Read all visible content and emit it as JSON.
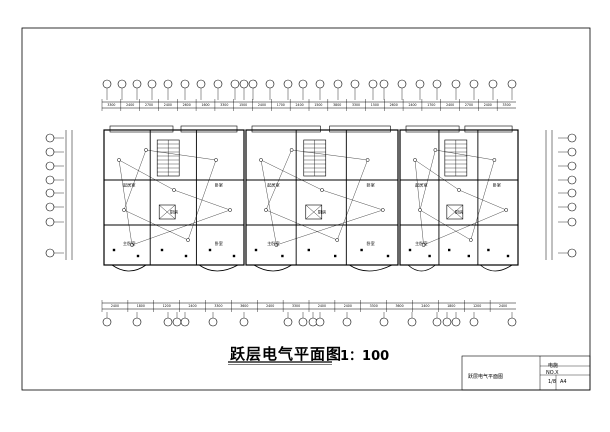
{
  "drawing": {
    "title": "跃层电气平面图",
    "scale": "1：100",
    "title_block": {
      "drawing_name": "跃层电气平面图",
      "label_1": "电施",
      "label_2": "NO.X",
      "mark_1": "1/8",
      "mark_2": "A4"
    }
  },
  "top_dimensions": [
    "3300",
    "2400",
    "2700",
    "2400",
    "2600",
    "1600",
    "3300",
    "1500",
    "2400",
    "1700",
    "2400",
    "1500",
    "3800",
    "3300",
    "1500",
    "2600",
    "2400",
    "1700",
    "2400",
    "2700",
    "2400",
    "3300"
  ],
  "bottom_dimensions": [
    "2400",
    "1800",
    "1200",
    "2400",
    "3300",
    "3600",
    "2400",
    "3300",
    "2400",
    "2400",
    "3300",
    "3600",
    "2400",
    "1800",
    "1200",
    "2400"
  ],
  "room_labels": [
    "起居室",
    "卧室",
    "厨房",
    "主卧室",
    "卧室",
    "起居室",
    "卧室",
    "厨房",
    "主卧室",
    "卧室",
    "起居室",
    "卧室",
    "厨房",
    "主卧室"
  ]
}
